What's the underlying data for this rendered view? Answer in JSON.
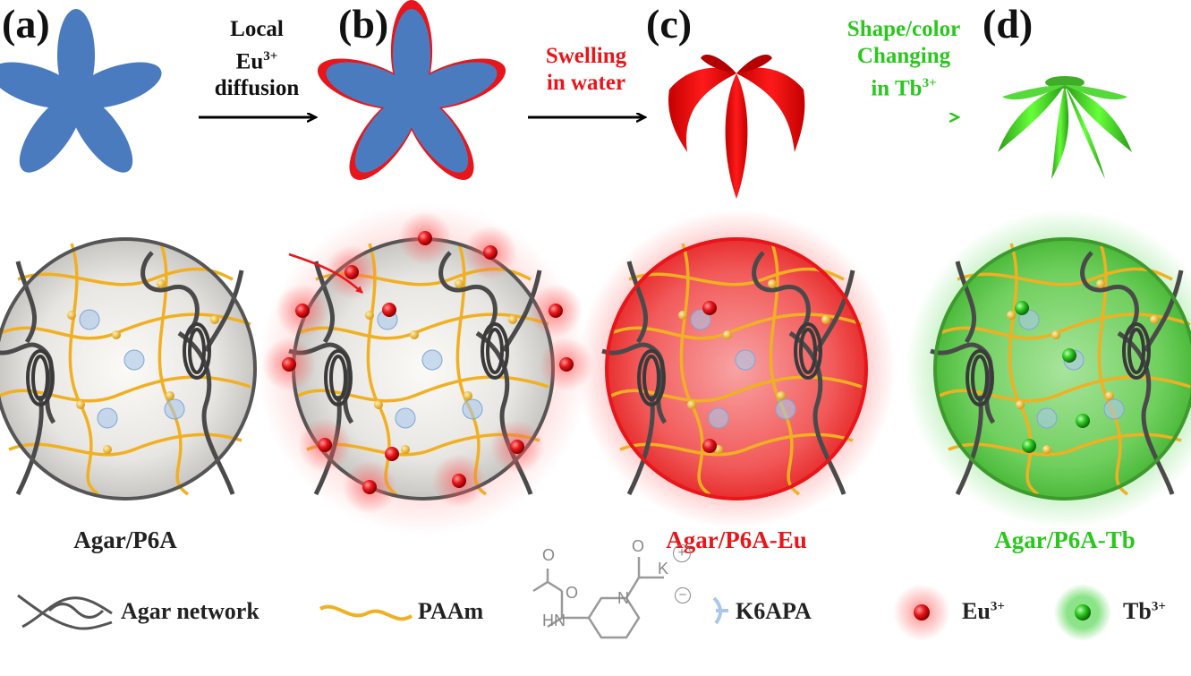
{
  "panels": {
    "a": "(a)",
    "b": "(b)",
    "c": "(c)",
    "d": "(d)"
  },
  "steps": {
    "step1_line1": "Local",
    "step1_ion": "Eu",
    "step1_ion_charge": "3+",
    "step1_line3": "diffusion",
    "step2_line1": "Swelling",
    "step2_line2": "in water",
    "step3_line1": "Shape/color",
    "step3_line2": "Changing",
    "step3_line3_prefix": "in Tb",
    "step3_line3_charge": "3+"
  },
  "gel_names": {
    "a": "Agar/P6A",
    "c": "Agar/P6A-Eu",
    "d": "Agar/P6A-Tb"
  },
  "legend": {
    "agar": "Agar network",
    "paam": "PAAm",
    "k6apa": "K6APA",
    "eu_ion": "Eu",
    "eu_charge": "3+",
    "tb_ion": "Tb",
    "tb_charge": "3+",
    "chem_o_top": "O",
    "chem_k": "K",
    "chem_o_mid": "O",
    "chem_o_left": "O",
    "chem_n": "N",
    "chem_hn": "HN",
    "chem_plus": "+",
    "chem_minus": "−"
  },
  "colors": {
    "flower_blue": "#4a7bbf",
    "europium_red": "#e8161b",
    "terbium_green": "#2bc71e",
    "paam_yellow": "#f0b022",
    "agar_gray": "#4a4a4a",
    "k6apa_blue": "#a9c7ea"
  }
}
